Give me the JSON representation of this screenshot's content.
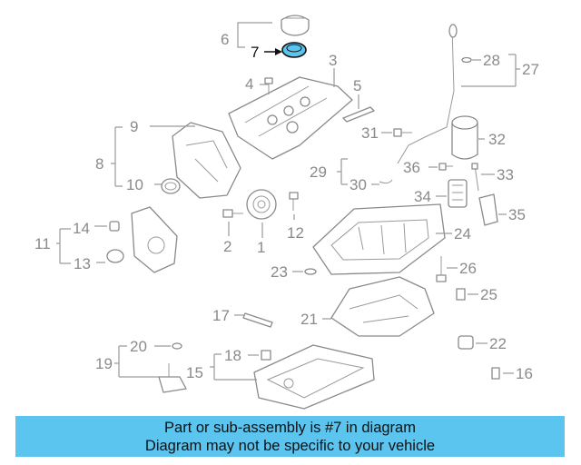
{
  "diagram": {
    "highlighted_part": "7",
    "callouts": [
      "1",
      "2",
      "3",
      "4",
      "5",
      "6",
      "7",
      "8",
      "9",
      "10",
      "11",
      "12",
      "13",
      "14",
      "15",
      "16",
      "17",
      "18",
      "19",
      "20",
      "21",
      "22",
      "23",
      "24",
      "25",
      "26",
      "27",
      "28",
      "29",
      "30",
      "31",
      "32",
      "33",
      "34",
      "35",
      "36"
    ],
    "highlight_color": "#5bc4ef"
  },
  "banner": {
    "line1": "Part or sub-assembly is #7 in diagram",
    "line2": "Diagram may not be specific to your vehicle",
    "background": "#5bc4ef"
  }
}
